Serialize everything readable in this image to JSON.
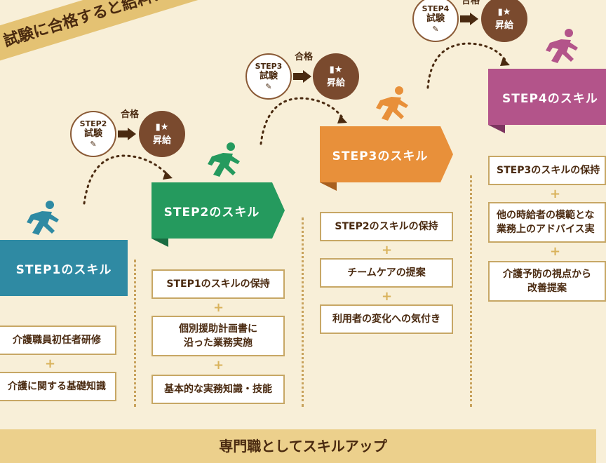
{
  "banner_top": "試験に合格すると給料アップ",
  "banner_bottom": "専門職としてスキルアップ",
  "steps": [
    {
      "title": "STEP1のスキル",
      "color": "#2f8aa3",
      "skills": [
        "介護職員初任者研修",
        "介護に関する基礎知識"
      ]
    },
    {
      "title": "STEP2のスキル",
      "color": "#259a5e",
      "skills": [
        "STEP1のスキルの保持",
        "個別援助計画書に\n沿った業務実施",
        "基本的な実務知識・技能"
      ]
    },
    {
      "title": "STEP3のスキル",
      "color": "#e8903a",
      "skills": [
        "STEP2のスキルの保持",
        "チームケアの提案",
        "利用者の変化への気付き"
      ]
    },
    {
      "title": "STEP4のスキル",
      "color": "#b3548a",
      "skills": [
        "STEP3のスキルの保持",
        "他の時給者の模範とな\n業務上のアドバイス実",
        "介護予防の視点から\n改善提案"
      ]
    }
  ],
  "exams": [
    {
      "step": "STEP2",
      "label": "試験",
      "pass": "合格",
      "promo": "昇給"
    },
    {
      "step": "STEP3",
      "label": "試験",
      "pass": "合格",
      "promo": "昇給"
    },
    {
      "step": "STEP4",
      "label": "試験",
      "pass": "合格",
      "promo": "昇給"
    }
  ],
  "plus_sign": "+",
  "icons": {
    "runner": "runner-icon",
    "pencil": "pencil-icon",
    "book": "book-star-icon"
  }
}
